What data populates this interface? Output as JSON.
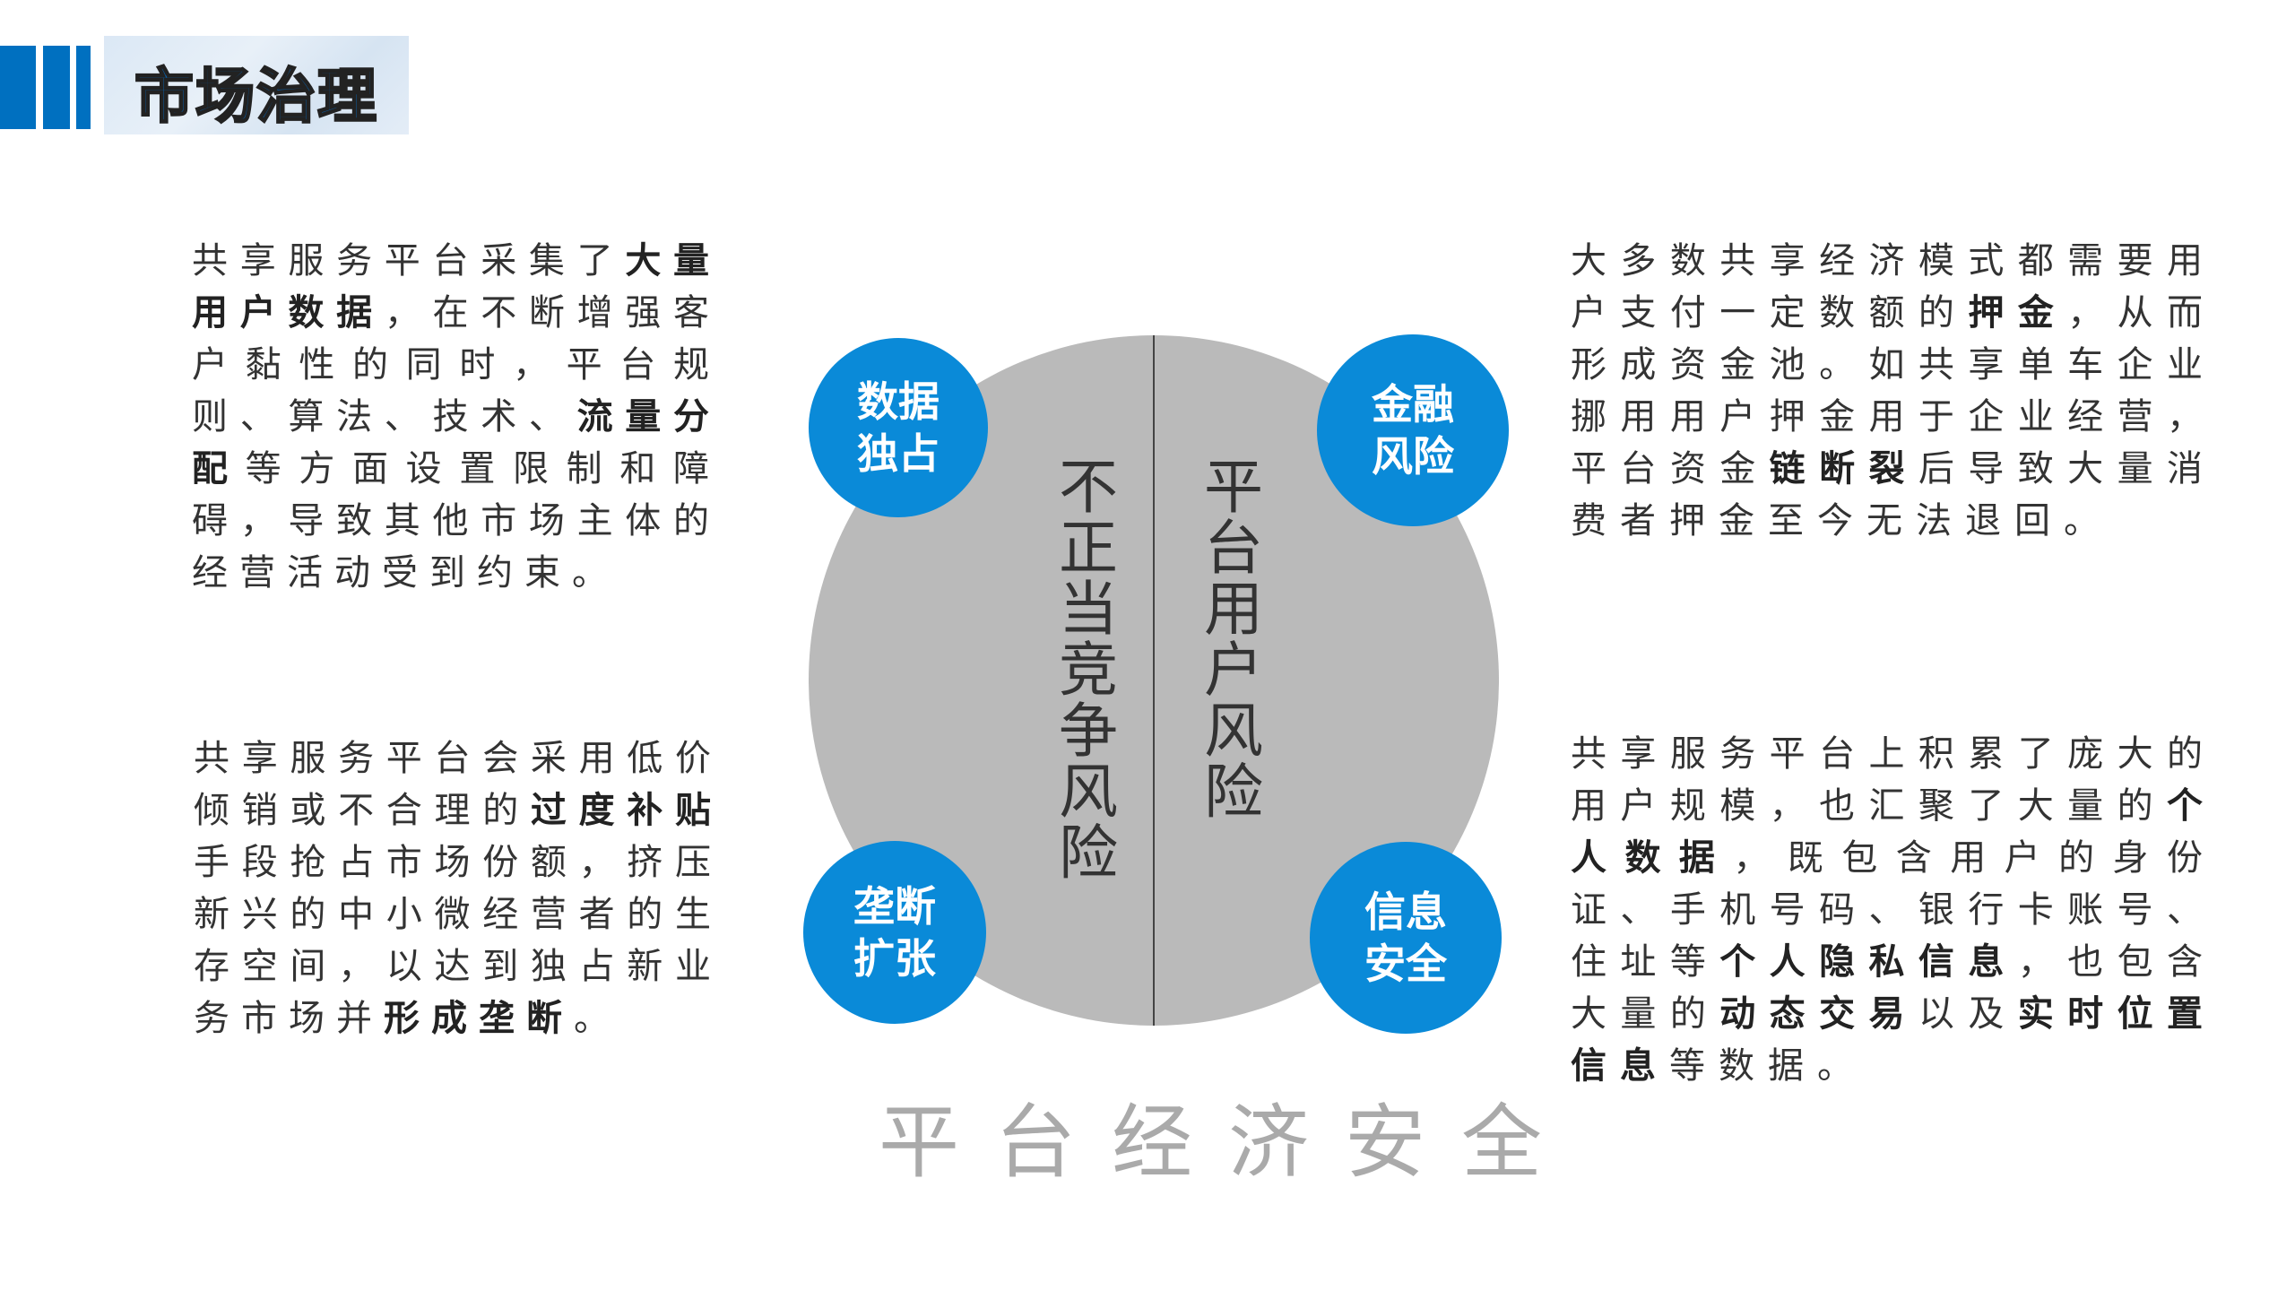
{
  "header": {
    "title": "市场治理"
  },
  "watermark": "平台经济安全",
  "center": {
    "left_label": "不正当竞争风险",
    "right_label": "平台用户风险"
  },
  "badges": [
    {
      "line1": "数据",
      "line2": "独占"
    },
    {
      "line1": "金融",
      "line2": "风险"
    },
    {
      "line1": "垄断",
      "line2": "扩张"
    },
    {
      "line1": "信息",
      "line2": "安全"
    }
  ],
  "colors": {
    "accent": "#0070c0",
    "badge": "#0a8ad8",
    "circle": "#bababa"
  },
  "paragraphs": [
    {
      "id": "data-monopoly-text",
      "segments": [
        {
          "text": "共享服务平台采集了",
          "bold": false
        },
        {
          "text": "大量用户数据",
          "bold": true
        },
        {
          "text": "，在不断增强客户黏性的同时，平台规则、算法、技术、",
          "bold": false
        },
        {
          "text": "流量分配",
          "bold": true
        },
        {
          "text": "等方面设置限制和障碍，导致其他市场主体的经营活动受到约束。",
          "bold": false
        }
      ]
    },
    {
      "id": "monopoly-expansion-text",
      "segments": [
        {
          "text": "共享服务平台会采用低价倾销或不合理的",
          "bold": false
        },
        {
          "text": "过度补贴",
          "bold": true
        },
        {
          "text": "手段抢占市场份额，挤压新兴的中小微经营者的生存空间，以达到独占新业务市场并",
          "bold": false
        },
        {
          "text": "形成垄断",
          "bold": true
        },
        {
          "text": "。",
          "bold": false
        }
      ]
    },
    {
      "id": "financial-risk-text",
      "segments": [
        {
          "text": "大多数共享经济模式都需要用户支付一定数额的",
          "bold": false
        },
        {
          "text": "押金",
          "bold": true
        },
        {
          "text": "，从而形成资金池。如共享单车企业挪用用户押金用于企业经营，平台资金",
          "bold": false
        },
        {
          "text": "链断裂",
          "bold": true
        },
        {
          "text": "后导致大量消费者押金至今无法退回。",
          "bold": false
        }
      ]
    },
    {
      "id": "info-security-text",
      "segments": [
        {
          "text": "共享服务平台上积累了庞大的用户规模，也汇聚了大量的",
          "bold": false
        },
        {
          "text": "个人数据",
          "bold": true
        },
        {
          "text": "，既包含用户的身份证、手机号码、银行卡账号、住址等",
          "bold": false
        },
        {
          "text": "个人隐私信息",
          "bold": true
        },
        {
          "text": "，也包含大量的",
          "bold": false
        },
        {
          "text": "动态交易",
          "bold": true
        },
        {
          "text": "以及",
          "bold": false
        },
        {
          "text": "实时位置信息",
          "bold": true
        },
        {
          "text": "等数据。",
          "bold": false
        }
      ]
    }
  ]
}
